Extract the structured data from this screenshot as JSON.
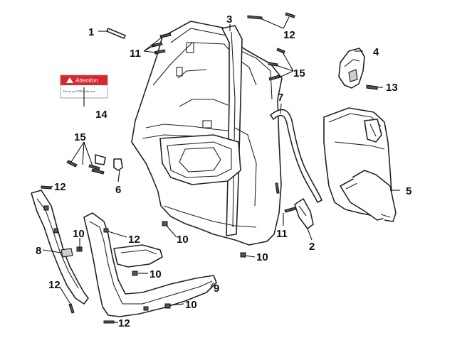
{
  "callouts": {
    "c1": "1",
    "c2": "2",
    "c3": "3",
    "c4": "4",
    "c5": "5",
    "c6": "6",
    "c7": "7",
    "c8": "8",
    "c9": "9",
    "c10a": "10",
    "c10b": "10",
    "c10c": "10",
    "c10d": "10",
    "c10e": "10",
    "c11a": "11",
    "c11b": "11",
    "c12a": "12",
    "c12b": "12",
    "c12c": "12",
    "c12d": "12",
    "c12e": "12",
    "c13": "13",
    "c14": "14",
    "c15a": "15",
    "c15b": "15"
  },
  "attention_label": {
    "title": "Attention",
    "text": "Do not use UNB in the area"
  },
  "colors": {
    "label_red": "#d7282f",
    "line": "#222222"
  }
}
